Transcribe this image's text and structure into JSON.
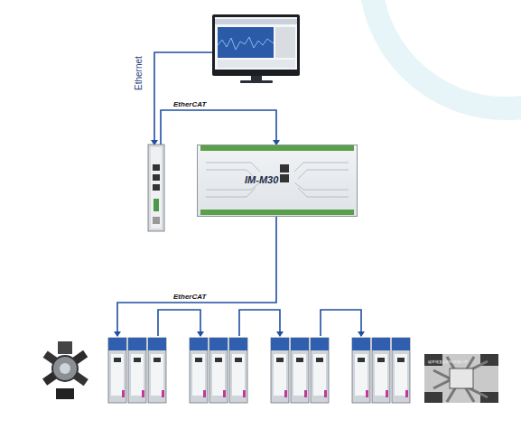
{
  "diagram": {
    "nodes": [
      {
        "text": [
          "IM-M30"
        ]
      }
    ],
    "labels": [
      "Ethernet",
      "EtherCAT",
      "EtherCAT",
      "碳纤维复合材料双轴拉伸"
    ]
  }
}
